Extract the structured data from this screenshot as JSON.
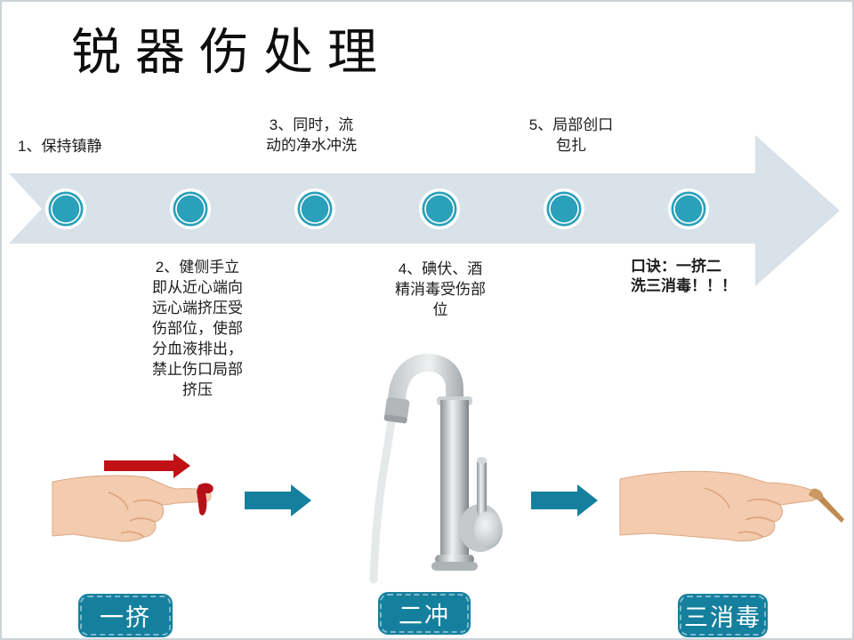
{
  "slide": {
    "title": "锐器伤处理",
    "timeline": {
      "node_count": 6,
      "above": [
        {
          "label": "1、保持镇静"
        },
        {
          "label": "3、同时，流\n动的净水冲洗"
        },
        {
          "label": "5、局部创口\n包扎"
        }
      ],
      "below": [
        {
          "label": "2、健侧手立\n即从近心端向\n远心端挤压受\n伤部位，使部\n分血液排出，\n禁止伤口局部\n挤压"
        },
        {
          "label": "4、碘伏、酒\n精消毒受伤部\n位"
        }
      ],
      "motto": "口诀：一挤二\n洗三消毒！！！"
    },
    "bottom": {
      "labels": [
        "一挤",
        "二冲",
        "三消毒"
      ]
    },
    "icons": {
      "timeline_node": "filled-teal-circle-with-white-ring",
      "process_band": "light-blue-right-arrow-band",
      "flow_arrow": "teal-right-arrow",
      "squeeze_arrow": "red-right-arrow",
      "blood_drop": "red-blood-drip",
      "left_image": "hand-pointing-right-squeezing-bleeding-finger",
      "middle_image": "chrome-faucet-running-water",
      "right_image": "hand-pointing-right-with-cotton-swab"
    },
    "colors": {
      "band": "#d8e2e8",
      "node_teal": "#2aa0ba",
      "accent_teal": "#15809e",
      "blood_red": "#c01117",
      "skin": "#f3cbae"
    }
  }
}
